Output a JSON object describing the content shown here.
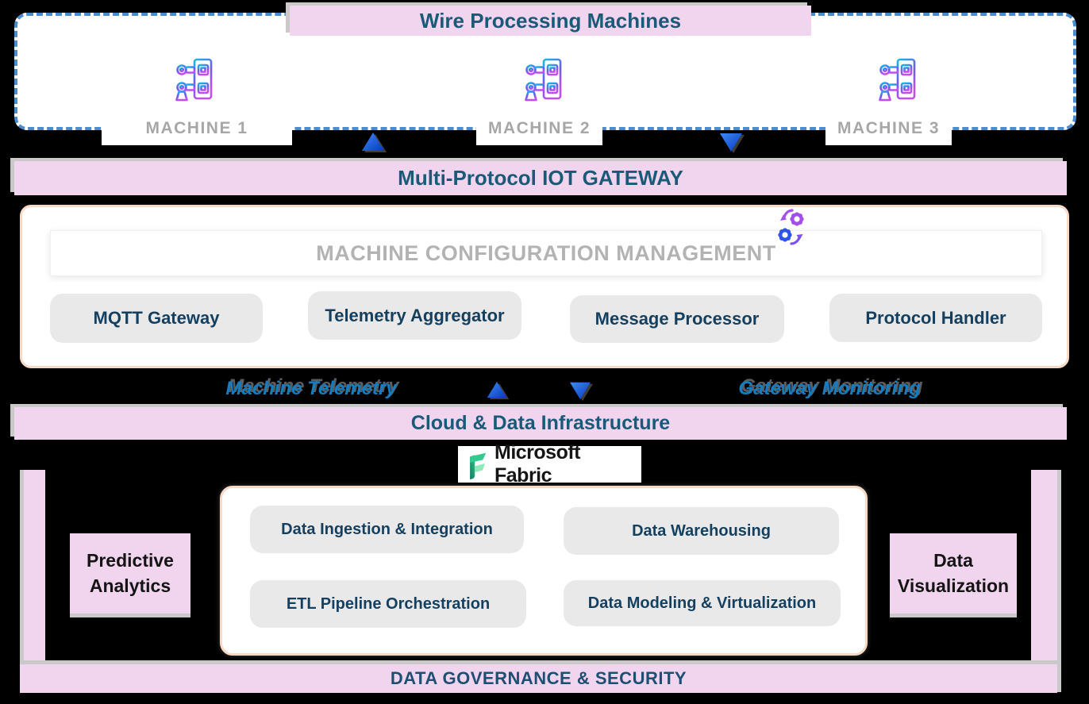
{
  "wire": {
    "title": "Wire Processing Machines",
    "machines": [
      {
        "label": "MACHINE 1"
      },
      {
        "label": "MACHINE 2"
      },
      {
        "label": "MACHINE 3"
      }
    ]
  },
  "gateway": {
    "banner": "Multi-Protocol IOT GATEWAY",
    "config_header": "MACHINE CONFIGURATION MANAGEMENT",
    "components": [
      "MQTT Gateway",
      "Telemetry Aggregator",
      "Message Processor",
      "Protocol Handler"
    ]
  },
  "flows": {
    "left": "Machine Telemetry",
    "right": "Gateway Monitoring"
  },
  "cloud": {
    "banner": "Cloud & Data Infrastructure",
    "platform": "Microsoft Fabric",
    "services": [
      "Data Ingestion & Integration",
      "Data Warehousing",
      "ETL Pipeline Orchestration",
      "Data Modeling & Virtualization"
    ]
  },
  "side": {
    "left": "Predictive Analytics",
    "right": "Data Visualization"
  },
  "governance": {
    "label": "DATA GOVERNANCE & SECURITY"
  },
  "colors": {
    "background": "#000000",
    "pink": "#f1d5ee",
    "teal_text": "#1a5a78",
    "navy_text": "#1f4e73",
    "pill_gray": "#e9e9e9",
    "pill_text": "#153f5e",
    "peach_border": "#f7d9c6",
    "dashed_blue": "#4a8cce",
    "arrow_blue": "#1e63d6",
    "flow_blue": "#147cc0",
    "muted_gray": "#b3b3b3",
    "fabric_green": "#2fae7d"
  }
}
